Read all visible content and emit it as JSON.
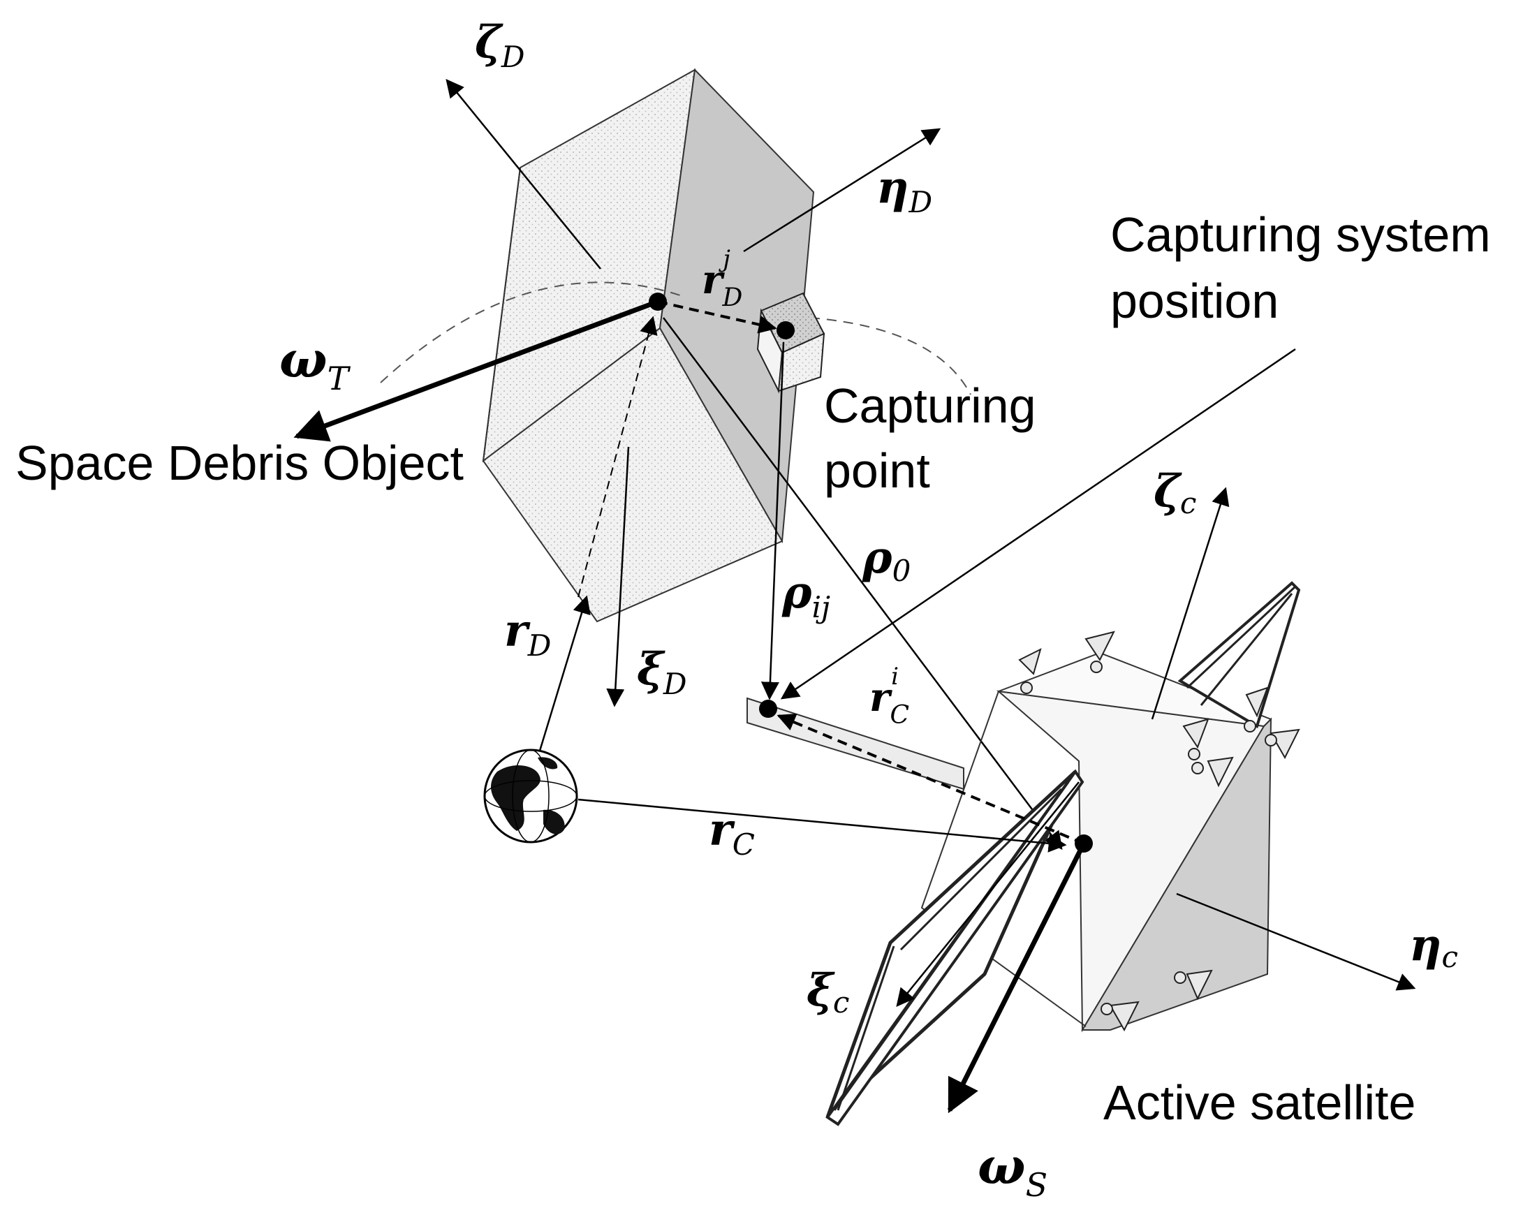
{
  "labels": {
    "space_debris_object": "Space Debris Object",
    "capturing_point_1": "Capturing",
    "capturing_point_2": "point",
    "capturing_system_1": "Capturing system",
    "capturing_system_2": "position",
    "active_satellite": "Active satellite"
  },
  "symbols": {
    "zeta_D": {
      "base": "ζ",
      "sub": "D"
    },
    "eta_D": {
      "base": "η",
      "sub": "D"
    },
    "xi_D": {
      "base": "ξ",
      "sub": "D"
    },
    "omega_T": {
      "base": "ω",
      "sub": "T"
    },
    "r_D_j": {
      "base": "r",
      "sub": "D",
      "sup": "j"
    },
    "r_D": {
      "base": "r",
      "sub": "D"
    },
    "rho_ij": {
      "base": "ρ",
      "sub": "ij"
    },
    "rho_0": {
      "base": "ρ",
      "sub": "0"
    },
    "r_C_i": {
      "base": "r",
      "sub": "C",
      "sup": "i"
    },
    "r_C": {
      "base": "r",
      "sub": "C"
    },
    "zeta_c": {
      "base": "ζ",
      "sub": "c"
    },
    "eta_c": {
      "base": "η",
      "sub": "c"
    },
    "xi_c": {
      "base": "ξ",
      "sub": "c"
    },
    "omega_S": {
      "base": "ω",
      "sub": "S"
    }
  }
}
